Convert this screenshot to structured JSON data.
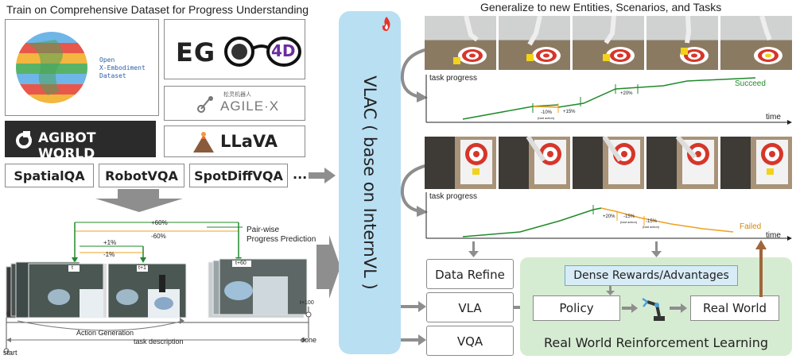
{
  "left": {
    "title": "Train on Comprehensive Dataset for Progress Understanding",
    "oxe_text": [
      "Open",
      "X-Embodiment",
      "Dataset"
    ],
    "ego_text_1": "EG",
    "ego_text_2": "4D",
    "agile_cn": "松灵机器人",
    "agile_text": "AGILE·X",
    "agibot_text": "AGIBOT WORLD",
    "llava_text": "LLaVA",
    "qa_boxes": [
      "SpatialQA",
      "RobotVQA",
      "SpotDiffVQA"
    ],
    "ellipsis": "...",
    "pair_label_1": "Pair-wise",
    "pair_label_2": "Progress Prediction",
    "arrow_labels": {
      "plus60": "+60%",
      "minus60": "-60%",
      "plus1": "+1%",
      "minus1": "-1%"
    },
    "frame_labels": {
      "t": "t",
      "t1": "t+1",
      "t60": "t+60",
      "t100": "t+100"
    },
    "action_generation": "Action Generation",
    "task_description": "task description",
    "start": "start",
    "done": "done",
    "s0": "0"
  },
  "center": {
    "vlac_text": "VLAC ( base on InternVL )"
  },
  "right": {
    "title": "Generalize to new Entities, Scenarios, and Tasks",
    "chart1": {
      "ylabel": "task progress",
      "xlabel": "time",
      "outcome": "Succeed",
      "ann": [
        "-10%",
        "(bad action)",
        "+15%",
        "+20%"
      ]
    },
    "chart2": {
      "ylabel": "task progress",
      "xlabel": "time",
      "outcome": "Failed",
      "ann": [
        "+20%",
        "-15%",
        "(bad action)",
        "-15%",
        "(bad action)"
      ]
    },
    "data_refine": "Data Refine",
    "vla": "VLA",
    "vqa": "VQA",
    "dense_rewards": "Dense Rewards/Advantages",
    "policy": "Policy",
    "real_world": "Real World",
    "rl_title": "Real World Reinforcement Learning"
  },
  "colors": {
    "vlac_bg": "#b9dff2",
    "rl_bg": "#d6ecd2",
    "dense_bg": "#d7ecf6",
    "green": "#1f8a2a",
    "orange": "#f0a020",
    "brown": "#a0663a",
    "gray_arrow": "#8e8e8e"
  }
}
